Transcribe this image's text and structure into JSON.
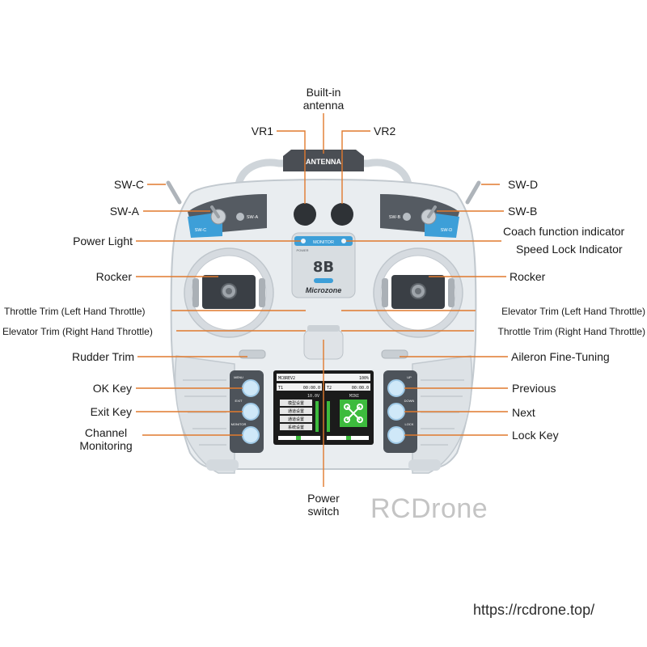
{
  "colors": {
    "leader": "#e07a2e",
    "body": "#e9edf0",
    "accent": "#3d9fd8",
    "screen": "#1b1b1b",
    "green": "#3dbb3d"
  },
  "labels": {
    "antenna": "Built-in antenna",
    "antenna_l1": "Built-in",
    "antenna_l2": "antenna",
    "vr1": "VR1",
    "vr2": "VR2",
    "swc": "SW-C",
    "swd": "SW-D",
    "swa": "SW-A",
    "swb": "SW-B",
    "coach": "Coach function indicator",
    "power_light": "Power Light",
    "speed_lock": "Speed Lock Indicator",
    "rocker_left": "Rocker",
    "rocker_right": "Rocker",
    "throttle_trim_left": "Throttle Trim (Left Hand Throttle)",
    "elevator_trim_left": "Elevator Trim (Left Hand Throttle)",
    "elevator_trim_right": "Elevator Trim (Right Hand Throttle)",
    "throttle_trim_right": "Throttle Trim (Right Hand Throttle)",
    "rudder_trim": "Rudder Trim",
    "aileron": "Aileron Fine-Tuning",
    "ok_key": "OK Key",
    "previous": "Previous",
    "exit_key": "Exit Key",
    "next": "Next",
    "channel_l1": "Channel",
    "channel_l2": "Monitoring",
    "lock_key": "Lock Key",
    "power_l1": "Power",
    "power_l2": "switch"
  },
  "device": {
    "antenna_badge": "ANTENNA",
    "brand": "Microzone",
    "model": "8B",
    "monitor_label": "MONITOR",
    "power_tag": "POWER",
    "sw_a": "SW-A",
    "sw_b": "SW-B",
    "sw_c": "SW-C",
    "sw_d": "SW-D",
    "left_keys": [
      "MENU",
      "EXIT",
      "MONITOR"
    ],
    "right_keys": [
      "UP",
      "DOWN",
      "LOCK"
    ],
    "screen": {
      "title": "MC8REV2",
      "battery": "100%",
      "t1": "T1",
      "t1_time": "00:00.0",
      "t2": "T2",
      "t2_time": "00:00.0",
      "voltage": "10.0V",
      "model_name": "MINI",
      "menu_items": [
        "模型设置",
        "通道设置",
        "通道设置",
        "系统设置"
      ]
    }
  },
  "watermark": {
    "brand": "RCDrone",
    "url": "https://rcdrone.top/"
  }
}
